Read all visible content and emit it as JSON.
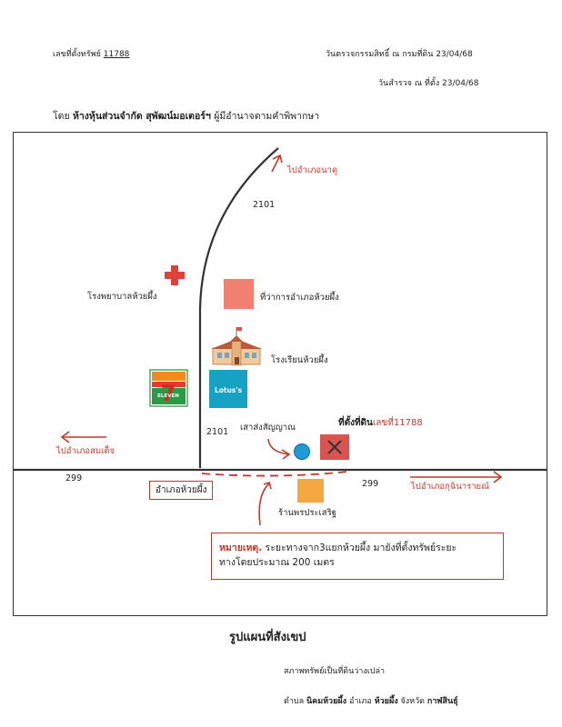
{
  "header": {
    "asset_label": "เลขที่ตั้งทรัพย์",
    "asset_no": "11788",
    "check_line": "วันตรวจกรรมสิทธิ์ ณ กรมที่ดิน 23/04/68",
    "survey_line": "วันสำรวจ ณ ที่ตั้ง 23/04/68",
    "by_prefix": "โดย",
    "company": "ห้างหุ้นส่วนจำกัด สุพัฒน์มอเตอร์ฯ",
    "by_suffix": "ผู้มีอำนาจตามคำพิพากษา"
  },
  "map": {
    "to_na_khu": "ไปอำเภอนาคู",
    "road_2101_top": "2101",
    "hospital": "โรงพยาบาลห้วยผึ้ง",
    "district_office": "ที่ว่าการอำเภอห้วยผึ้ง",
    "school": "โรงเรียนห้วยผึ้ง",
    "seven_eleven_top": "7",
    "seven_eleven_text": "ELEVEN",
    "lotus": "Lotus's",
    "road_2101_bottom": "2101",
    "signal_pole": "เสาส่งสัญญาณ",
    "site_prefix": "ที่ตั้งที่ดิน",
    "site_no": "เลขที่11788",
    "to_somdet": "ไปอำเภอสมเด็จ",
    "road_299_left": "299",
    "road_299_right": "299",
    "huai_phueng_box": "อำเภอห้วยผึ้ง",
    "to_kuchinarai": "ไปอำเภอกุฉินารายณ์",
    "shop": "ร้านพรประเสริฐ",
    "note_label": "หมายเหตุ.",
    "note_text_1": " ระยะทางจาก3แยกห้วยผึ้ง มายังที่ตั้งทรัพย์ระยะ",
    "note_text_2": "ทางโดยประมาณ 200 เมตร",
    "colors": {
      "accent_red": "#c0392b",
      "hospital_cross": "#e0413b",
      "district_square": "#f08070",
      "lotus_teal": "#17a2c4",
      "shop_orange": "#f5a742",
      "site_marker": "#d9534f",
      "signal_blue": "#1e9bd7"
    }
  },
  "footer": {
    "caption": "รูปแผนที่สังเขป",
    "condition": "สภาพทรัพย์เป็นที่ดินว่างเปล่า",
    "tambon_label": "ตำบล",
    "tambon": "นิคมห้วยผึ้ง",
    "amphoe_label": "อำเภอ",
    "amphoe": "ห้วยผึ้ง",
    "province_label": "จังหวัด",
    "province": "กาฬสินธุ์"
  }
}
